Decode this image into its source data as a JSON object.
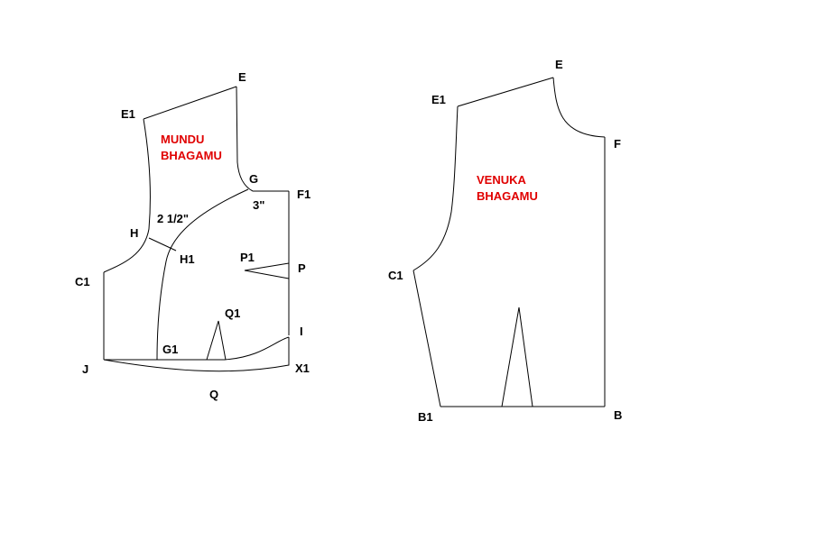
{
  "colors": {
    "title_red": "#e00000",
    "line": "#000000"
  },
  "front": {
    "title_line1": "MUNDU",
    "title_line2": "BHAGAMU",
    "labels": {
      "E": "E",
      "E1": "E1",
      "G": "G",
      "F1": "F1",
      "measure_3": "3\"",
      "measure_2half": "2 1/2\"",
      "H": "H",
      "H1": "H1",
      "C1": "C1",
      "P1": "P1",
      "P": "P",
      "Q1": "Q1",
      "I": "I",
      "G1": "G1",
      "J": "J",
      "X1": "X1",
      "Q": "Q"
    }
  },
  "back": {
    "title_line1": "VENUKA",
    "title_line2": "BHAGAMU",
    "labels": {
      "E": "E",
      "E1": "E1",
      "F": "F",
      "C1": "C1",
      "B1": "B1",
      "B": "B"
    }
  }
}
